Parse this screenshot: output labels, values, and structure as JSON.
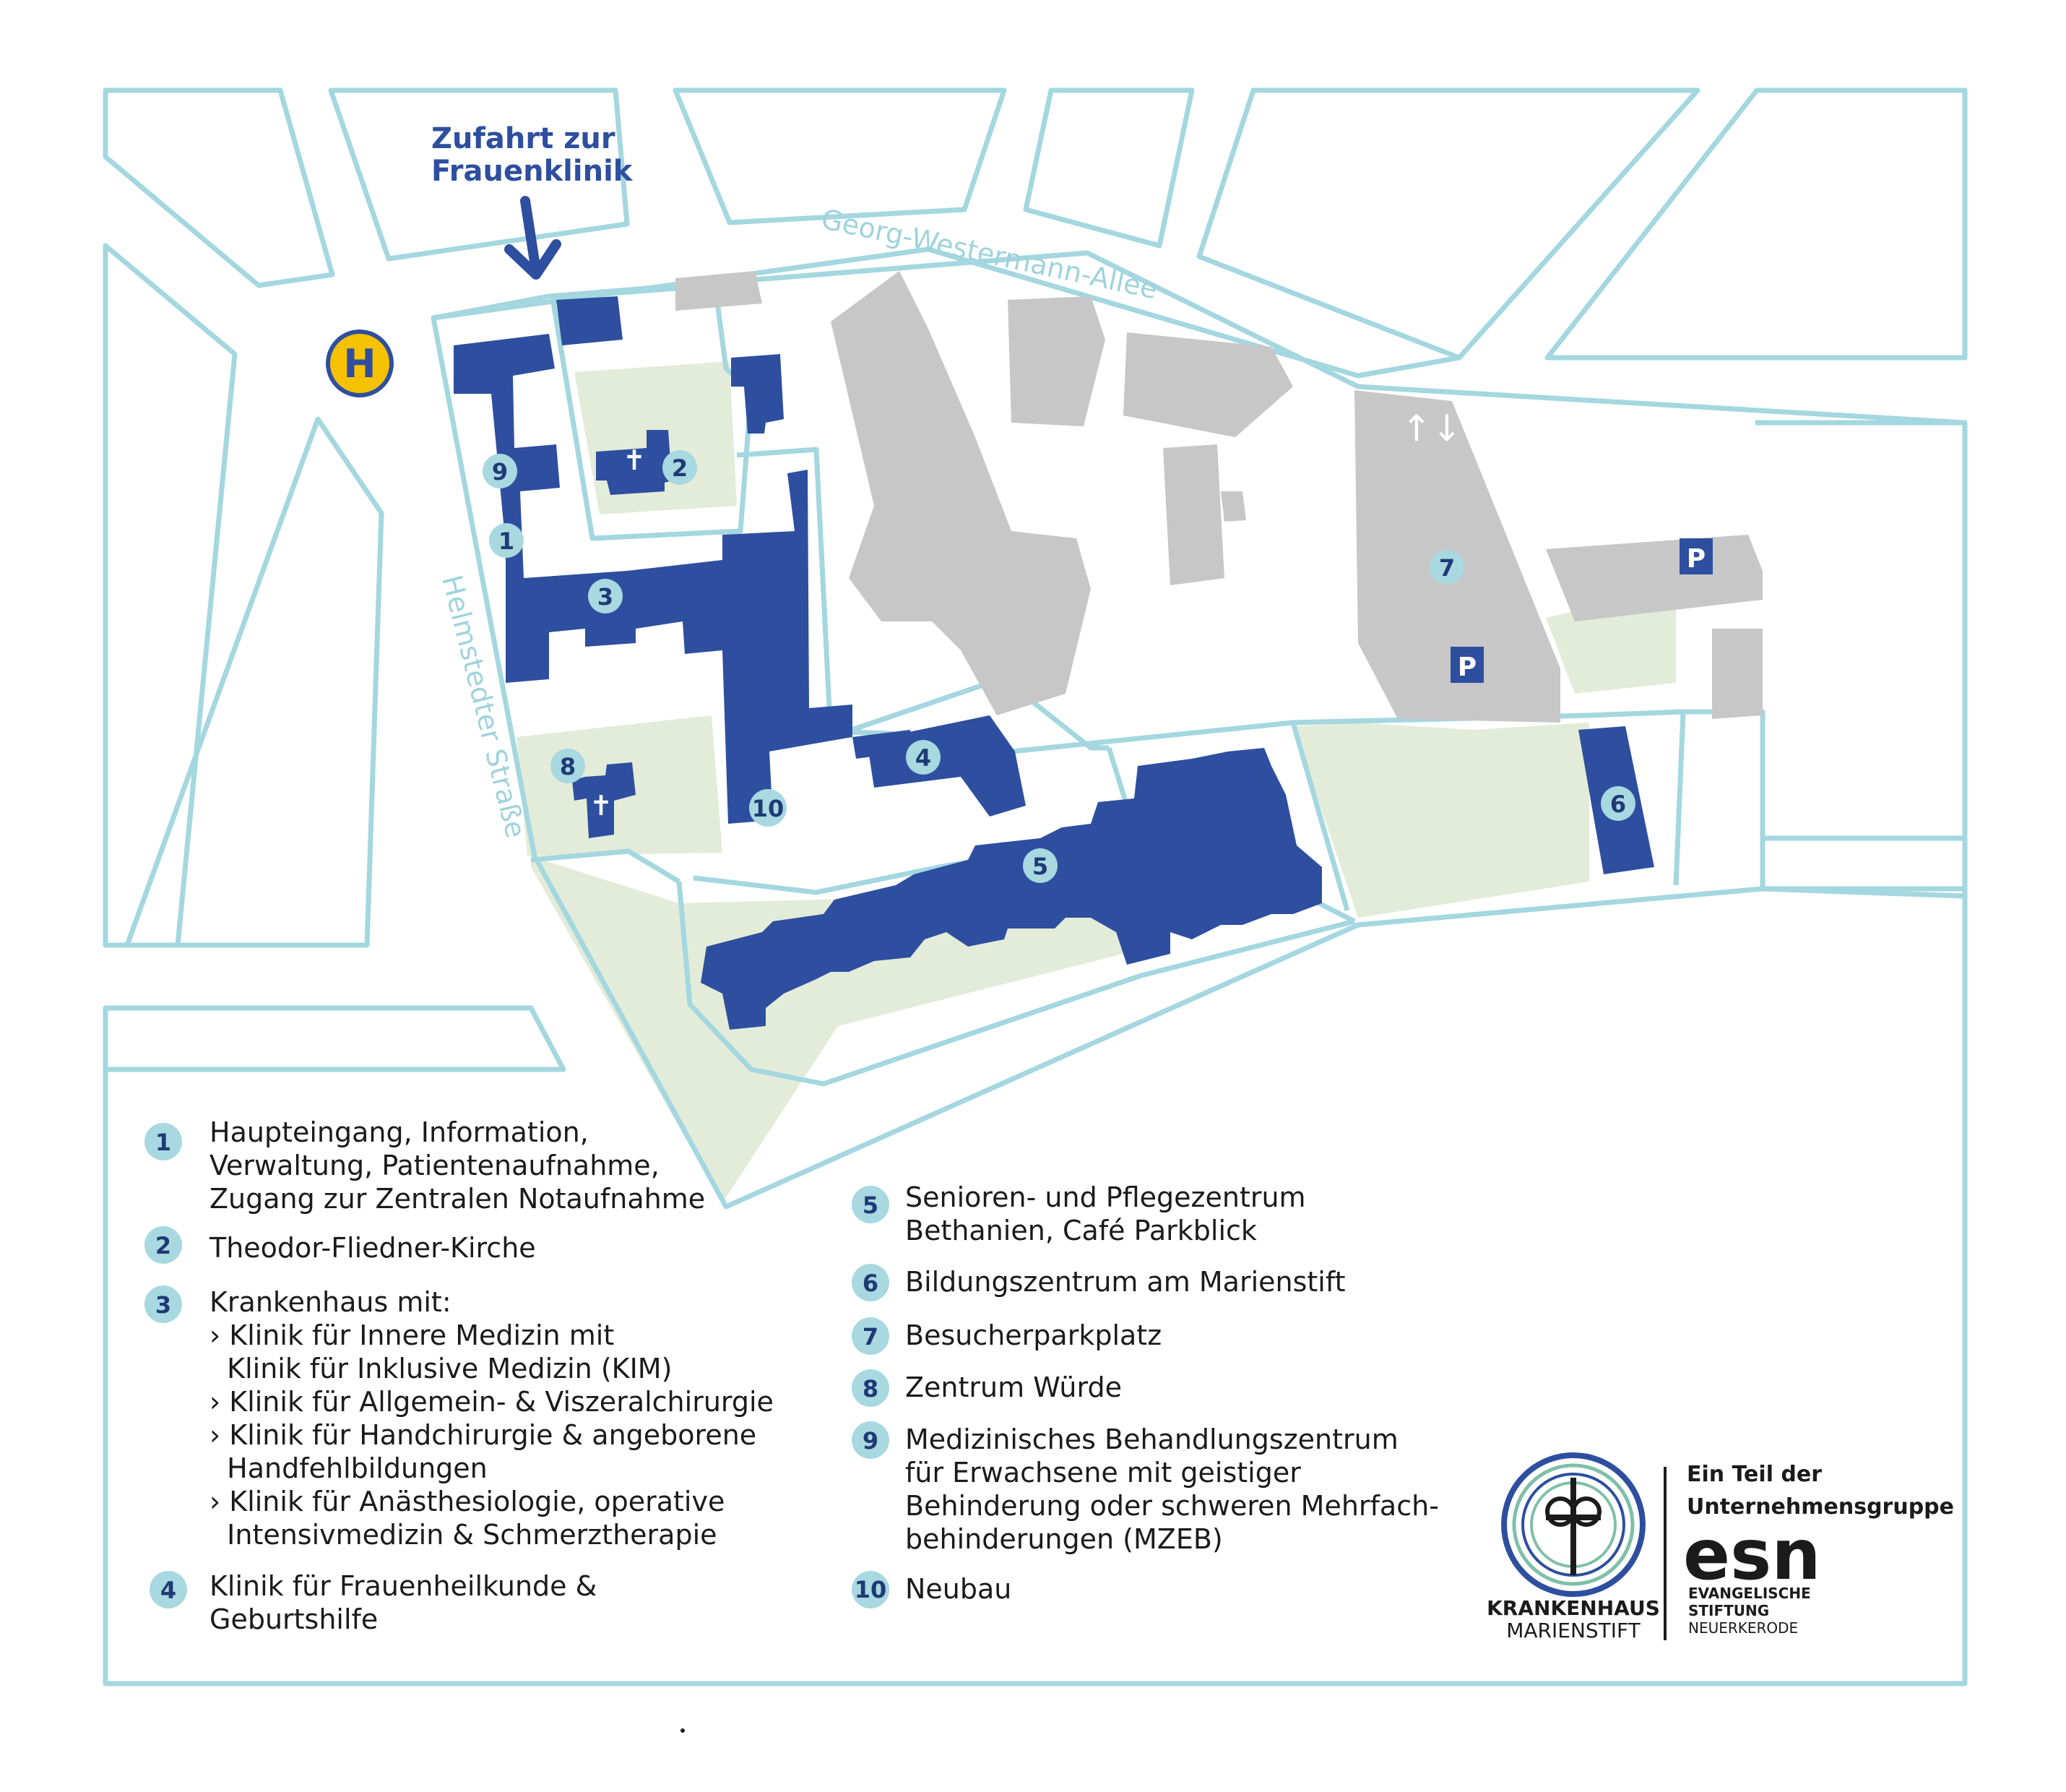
{
  "colors": {
    "road": "#a4d7df",
    "building": "#2e4f9f",
    "grey_building": "#c7c7c7",
    "green": "#e3ecd9",
    "marker": "#a8d8e0",
    "bus_stop": "#f6c100"
  },
  "streets": {
    "north": "Georg-Westermann-Allee",
    "west": "Helmstedter Straße"
  },
  "access": {
    "line1": "Zufahrt zur",
    "line2": "Frauenklinik"
  },
  "bus_stop_label": "H",
  "parking_label": "P",
  "traffic_arrows": "↑↓",
  "cross_symbol": "✝",
  "markers": [
    "1",
    "2",
    "3",
    "4",
    "5",
    "6",
    "7",
    "8",
    "9",
    "10"
  ],
  "legend": {
    "item1": {
      "num": "1",
      "lines": [
        "Haupteingang, Information,",
        "Verwaltung, Patientenaufnahme,",
        "Zugang zur Zentralen Notaufnahme"
      ]
    },
    "item2": {
      "num": "2",
      "lines": [
        "Theodor-Fliedner-Kirche"
      ]
    },
    "item3": {
      "num": "3",
      "lines": [
        "Krankenhaus mit:",
        "› Klinik für Innere Medizin mit",
        "  Klinik für Inklusive Medizin (KIM)",
        "› Klinik für Allgemein- & Viszeralchirurgie",
        "› Klinik für Handchirurgie & angeborene",
        "  Handfehlbildungen",
        "› Klinik für Anästhesiologie, operative",
        "  Intensivmedizin & Schmerztherapie"
      ]
    },
    "item4": {
      "num": "4",
      "lines": [
        "Klinik für Frauenheilkunde &",
        "Geburtshilfe"
      ]
    },
    "item5": {
      "num": "5",
      "lines": [
        "Senioren- und Pflegezentrum",
        "Bethanien, Café Parkblick"
      ]
    },
    "item6": {
      "num": "6",
      "lines": [
        "Bildungszentrum am Marienstift"
      ]
    },
    "item7": {
      "num": "7",
      "lines": [
        "Besucherparkplatz"
      ]
    },
    "item8": {
      "num": "8",
      "lines": [
        "Zentrum Würde"
      ]
    },
    "item9": {
      "num": "9",
      "lines": [
        "Medizinisches Behandlungszentrum",
        "für Erwachsene mit geistiger",
        "Behinderung oder schweren Mehrfach-",
        "behinderungen (MZEB)"
      ]
    },
    "item10": {
      "num": "10",
      "lines": [
        "Neubau"
      ]
    }
  },
  "branding": {
    "hospital_line1": "KRANKENHAUS",
    "hospital_line2": "MARIENSTIFT",
    "group_line1": "Ein Teil der",
    "group_line2": "Unternehmensgruppe",
    "esn": "esn",
    "esn_line1": "EVANGELISCHE",
    "esn_line2": "STIFTUNG",
    "esn_line3": "NEUERKERODE"
  }
}
